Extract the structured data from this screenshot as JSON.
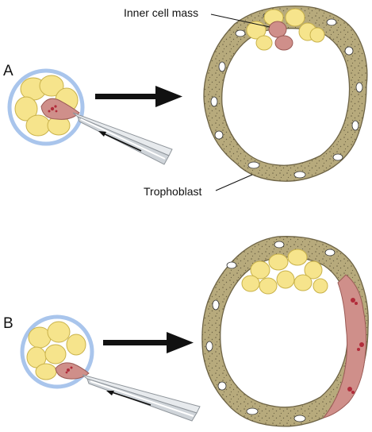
{
  "panels": [
    "A",
    "B"
  ],
  "labels": {
    "inner_cell_mass": "Inner cell mass",
    "trophoblast": "Trophoblast"
  },
  "colors": {
    "blastomere": "#f6e48c",
    "blastomere_outline": "#c9b24a",
    "biopsied_cell": "#cf8f8a",
    "biopsied_outline": "#9a5a55",
    "nucleus_red": "#b12c3a",
    "zona": "#a9c5ec",
    "trophoblast": "#b7aa7c",
    "trophoblast_outline": "#6e6446",
    "arrow": "#111111",
    "pipette": "#d4d8dc"
  },
  "icons": [
    "pipette-icon",
    "arrow-right-icon"
  ]
}
